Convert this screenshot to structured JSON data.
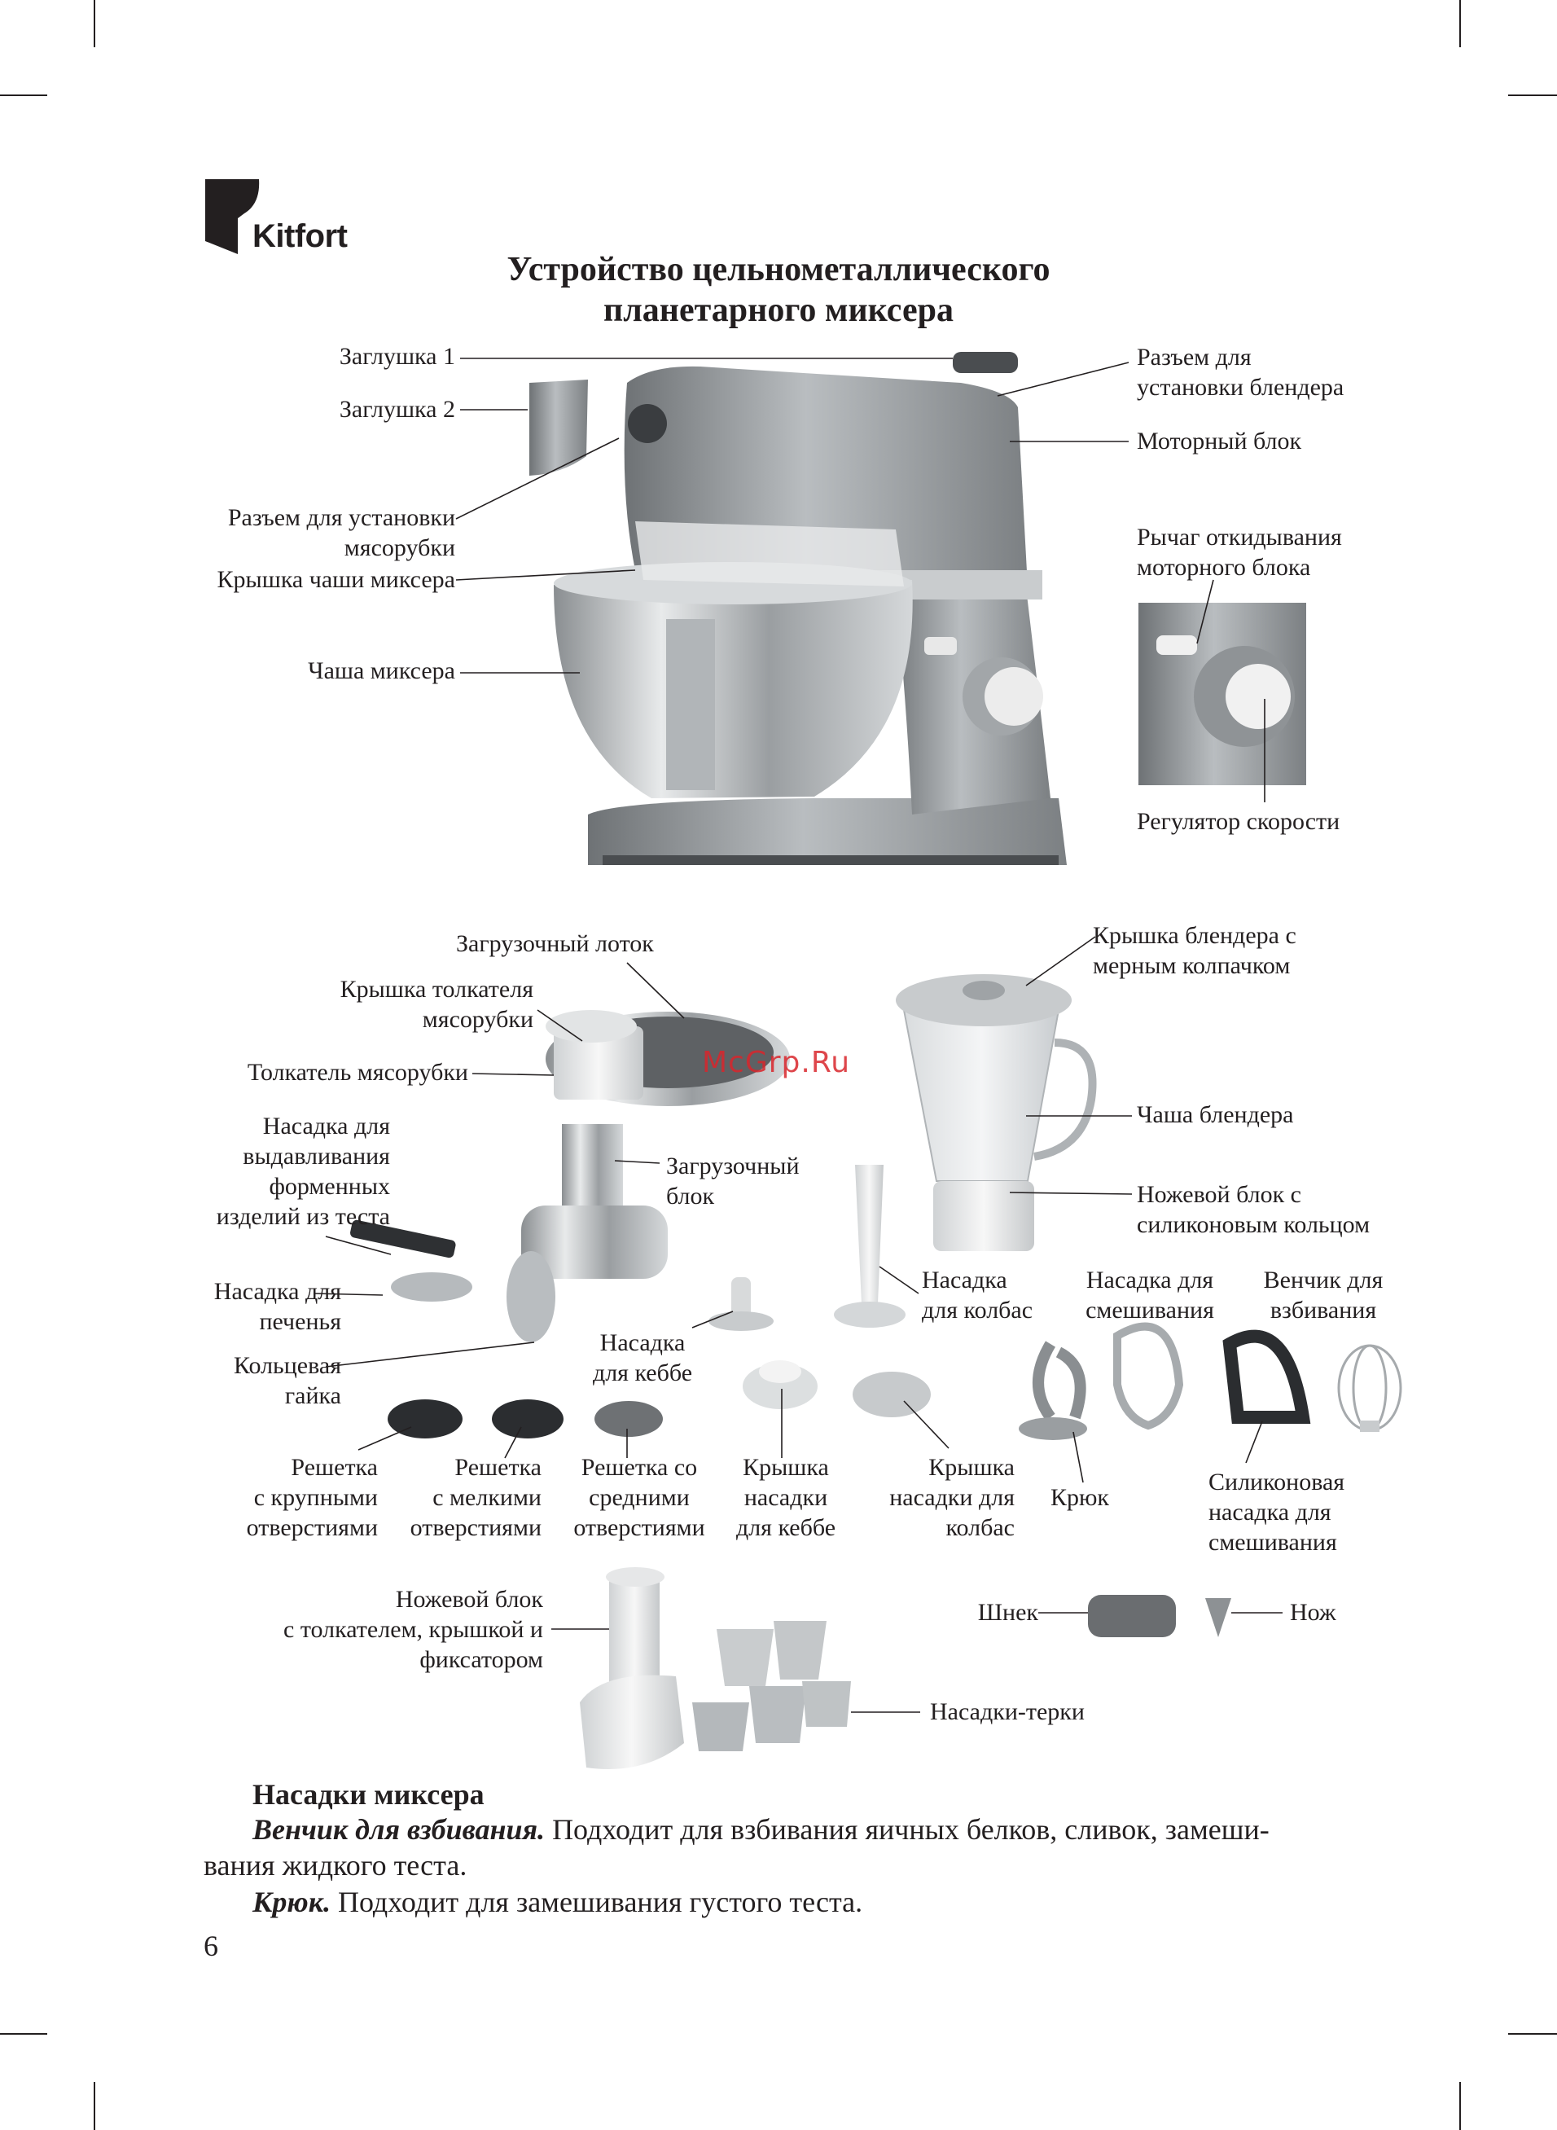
{
  "brand": {
    "name": "Kitfort"
  },
  "title": "Устройство цельнометаллического\nпланетарного миксера",
  "watermark": "McGrp.Ru",
  "labels": {
    "zaglushka1": "Заглушка 1",
    "zaglushka2": "Заглушка 2",
    "razem_myasorubki": "Разъем для установки\nмясорубки",
    "kryshka_chashi": "Крышка чаши миксера",
    "chasha_miksera": "Чаша миксера",
    "razem_blendera": "Разъем для\nустановки блендера",
    "motornyi_blok": "Моторный блок",
    "rychag": "Рычаг откидывания\nмоторного блока",
    "regulyator": "Регулятор скорости",
    "zagruzochnyi_lotok": "Загрузочный лоток",
    "kryshka_tolkatelya": "Крышка толкателя\nмясорубки",
    "tolkatel": "Толкатель мясорубки",
    "nasadka_vydavlivaniya": "Насадка для\nвыдавливания\nформенных\nизделий из теста",
    "nasadka_pechenya": "Насадка для\nпеченья",
    "koltsevaya_gaika": "Кольцевая\nгайка",
    "zagruzochnyi_blok": "Загрузочный\nблок",
    "nasadka_kebbe": "Насадка\nдля кеббе",
    "kryshka_blendera": "Крышка блендера с\nмерным колпачком",
    "chasha_blendera": "Чаша блендера",
    "nozhevoi_blok_silikon": "Ножевой блок с\nсиликоновым кольцом",
    "nasadka_kolbas": "Насадка\nдля колбас",
    "nasadka_smeshivaniya": "Насадка для\nсмешивания",
    "venchik": "Венчик для\nвзбивания",
    "reshetka_krupnye": "Решетка\nс крупными\nотверстиями",
    "reshetka_melkie": "Решетка\nс мелкими\nотверстиями",
    "reshetka_srednie": "Решетка со\nсредними\nотверстиями",
    "kryshka_kebbe": "Крышка\nнасадки\nдля кеббе",
    "kryshka_kolbas": "Крышка\nнасадки для\nколбас",
    "kryuk": "Крюк",
    "silikonovaya": "Силиконовая\nнасадка для\nсмешивания",
    "nozhevoi_blok_tolkatel": "Ножевой блок\nс толкателем, крышкой и\nфиксатором",
    "shnek": "Шнек",
    "nozh": "Нож",
    "nasadki_terki": "Насадки-терки"
  },
  "section": {
    "heading": "Насадки миксера",
    "p1_term": "Венчик для взбивания.",
    "p1_text": " Подходит для взбивания яичных белков, сливок, замеши-",
    "p1_cont": "вания жидкого теста.",
    "p2_term": "Крюк.",
    "p2_text": " Подходит для замешивания густого теста."
  },
  "page_number": "6"
}
